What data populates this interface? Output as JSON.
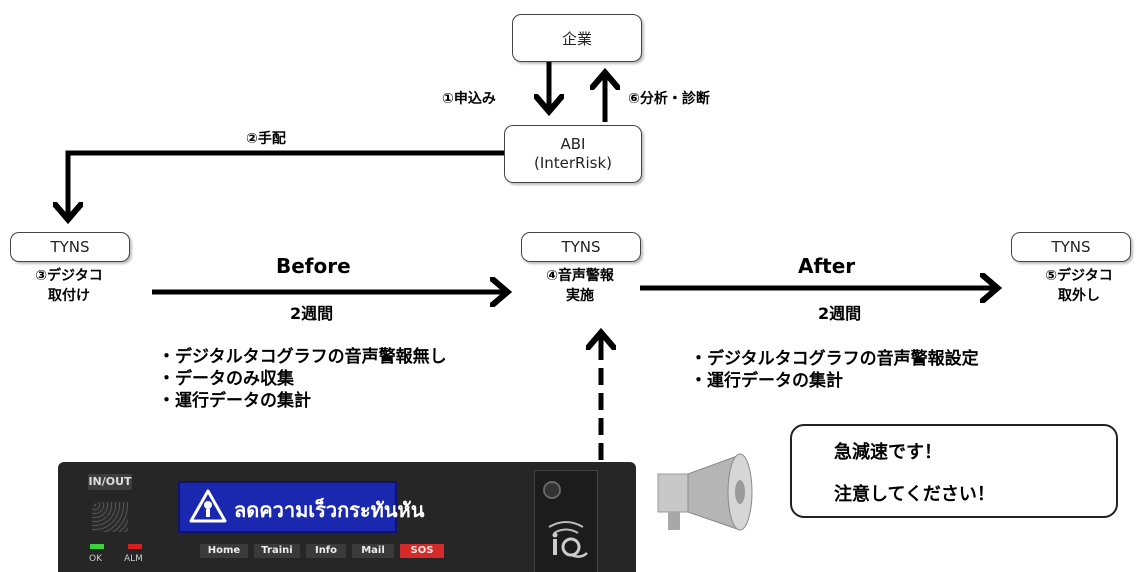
{
  "nodes": {
    "company": "企業",
    "abi_line1": "ABI",
    "abi_line2": "(InterRisk)",
    "tyns_left": "TYNS",
    "tyns_mid": "TYNS",
    "tyns_right": "TYNS"
  },
  "steps": {
    "step1": "①申込み",
    "step2": "②手配",
    "step3_line1": "③デジタコ",
    "step3_line2": "取付け",
    "step4_line1": "④音声警報",
    "step4_line2": "実施",
    "step5_line1": "⑤デジタコ",
    "step5_line2": "取外し",
    "step6": "⑥分析・診断"
  },
  "phases": {
    "before_title": "Before",
    "before_duration": "2週間",
    "after_title": "After",
    "after_duration": "2週間"
  },
  "before_notes": [
    "・デジタルタコグラフの音声警報無し",
    "・データのみ収集",
    "・運行データの集計"
  ],
  "after_notes": [
    "・デジタルタコグラフの音声警報設定",
    "・運行データの集計"
  ],
  "speech": {
    "line1": "急減速です！",
    "line2": "注意してください！"
  },
  "device": {
    "in_out": "IN/OUT",
    "screen_text": "ลดความเร็วกระทันหัน",
    "tabs": [
      "Home",
      "Traini",
      "Info",
      "Mail",
      "SOS"
    ],
    "led_ok": "OK",
    "led_alm": "ALM",
    "colors": {
      "screen": "#1a28b0",
      "led_ok": "#3ad13a",
      "led_alm": "#d62020",
      "sos": "#d42a2a"
    }
  },
  "icons": [
    "megaphone-icon",
    "warning-icon"
  ]
}
